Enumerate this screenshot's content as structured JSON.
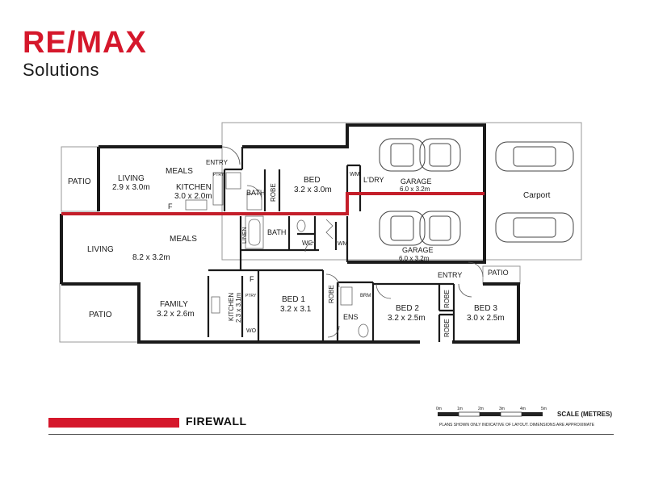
{
  "brand": {
    "logo_main": "RE/MAX",
    "logo_sub": "Solutions"
  },
  "colors": {
    "brand_red": "#d5172b",
    "brand_blue": "#1e3a7b",
    "wall": "#1a1a1a",
    "firewall": "#c41e2a"
  },
  "rooms": {
    "patio_left_top": "PATIO",
    "living_top": "LIVING",
    "living_top_size": "2.9 x 3.0m",
    "meals_top": "MEALS",
    "kitchen_top": "KITCHEN",
    "kitchen_top_size": "3.0 x 2.0m",
    "entry_top": "ENTRY",
    "bath_top": "BATH",
    "robe_top": "ROBE",
    "bed_top": "BED",
    "bed_top_size": "3.2 x 3.0m",
    "wm_top": "WM",
    "ldry": "L'DRY",
    "garage_top": "GARAGE",
    "garage_top_size": "6.0 x 3.2m",
    "carport": "Carport",
    "living_main": "LIVING",
    "meals_main": "MEALS",
    "living_main_size": "8.2 x 3.2m",
    "linen": "LINEN",
    "bath_mid": "BATH",
    "wc": "WC",
    "wm_mid": "WM",
    "garage_mid": "GARAGE",
    "garage_mid_size": "6.0 x 3.2m",
    "entry_mid": "ENTRY",
    "patio_right": "PATIO",
    "patio_left_bottom": "PATIO",
    "family": "FAMILY",
    "family_size": "3.2 x 2.6m",
    "kitchen_mid": "KITCHEN",
    "kitchen_mid_size": "2.3 x 3.1m",
    "pty_top": "PTRY",
    "pty_mid": "PTRY",
    "f_top": "F",
    "f_mid": "F",
    "wo": "WO",
    "bed1": "BED 1",
    "bed1_size": "3.2 x 3.1",
    "robe_bed1": "ROBE",
    "ens": "ENS",
    "brm": "BRM",
    "bed2": "BED 2",
    "bed2_size": "3.2 x 2.5m",
    "robe_bed2": "ROBE",
    "bed3": "BED 3",
    "bed3_size": "3.0 x 2.5m",
    "robe_bed3": "ROBE"
  },
  "legend": {
    "label": "FIREWALL"
  },
  "scale": {
    "title": "SCALE (METRES)",
    "ticks": [
      "0m",
      "1m",
      "2m",
      "3m",
      "4m",
      "5m"
    ],
    "note": "PLANS SHOWN ONLY INDICATIVE OF LAYOUT. DIMENSIONS ARE APPROXIMATE"
  }
}
